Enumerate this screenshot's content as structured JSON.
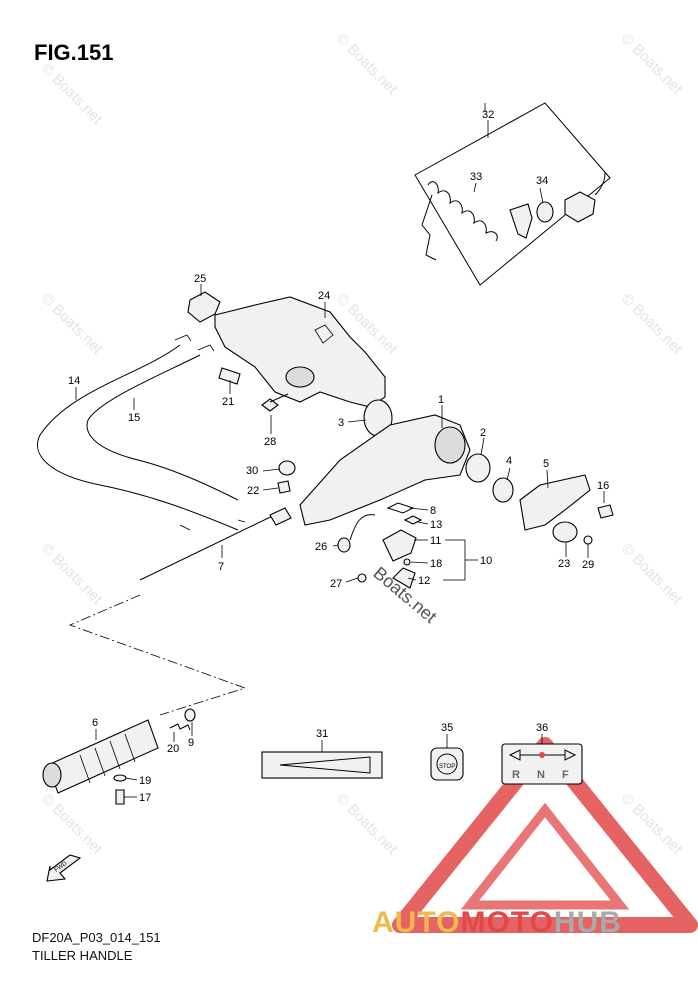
{
  "figure": {
    "title": "FIG.151",
    "code": "DF20A_P03_014_151",
    "caption": "TILLER HANDLE"
  },
  "callouts": [
    {
      "id": "c1",
      "label": "1"
    },
    {
      "id": "c2",
      "label": "2"
    },
    {
      "id": "c3",
      "label": "3"
    },
    {
      "id": "c4",
      "label": "4"
    },
    {
      "id": "c5",
      "label": "5"
    },
    {
      "id": "c6",
      "label": "6"
    },
    {
      "id": "c7",
      "label": "7"
    },
    {
      "id": "c8",
      "label": "8"
    },
    {
      "id": "c9",
      "label": "9"
    },
    {
      "id": "c10",
      "label": "10"
    },
    {
      "id": "c11",
      "label": "11"
    },
    {
      "id": "c12",
      "label": "12"
    },
    {
      "id": "c13",
      "label": "13"
    },
    {
      "id": "c14",
      "label": "14"
    },
    {
      "id": "c15",
      "label": "15"
    },
    {
      "id": "c16",
      "label": "16"
    },
    {
      "id": "c17",
      "label": "17"
    },
    {
      "id": "c18",
      "label": "18"
    },
    {
      "id": "c19",
      "label": "19"
    },
    {
      "id": "c20",
      "label": "20"
    },
    {
      "id": "c21",
      "label": "21"
    },
    {
      "id": "c22",
      "label": "22"
    },
    {
      "id": "c23",
      "label": "23"
    },
    {
      "id": "c24",
      "label": "24"
    },
    {
      "id": "c25",
      "label": "25"
    },
    {
      "id": "c26",
      "label": "26"
    },
    {
      "id": "c27",
      "label": "27"
    },
    {
      "id": "c28",
      "label": "28"
    },
    {
      "id": "c29",
      "label": "29"
    },
    {
      "id": "c30",
      "label": "30"
    },
    {
      "id": "c31",
      "label": "31"
    },
    {
      "id": "c32",
      "label": "32"
    },
    {
      "id": "c33",
      "label": "33"
    },
    {
      "id": "c34",
      "label": "34"
    },
    {
      "id": "c35",
      "label": "35"
    },
    {
      "id": "c36",
      "label": "36"
    }
  ],
  "decals": {
    "stop_label": "STOP",
    "shift_letters": [
      "R",
      "N",
      "F"
    ],
    "fwd_label": "FWD"
  },
  "watermark": {
    "text": "© Boats.net",
    "center_text": "Boats.net"
  },
  "brand": {
    "part1": "AUTO",
    "part2": "MOTO",
    "part3": "HUB"
  },
  "colors": {
    "brand_triangle": "#e24848",
    "brand_auto": "#f2b84b",
    "brand_moto": "#e24848",
    "brand_hub": "#a9a9a9"
  }
}
